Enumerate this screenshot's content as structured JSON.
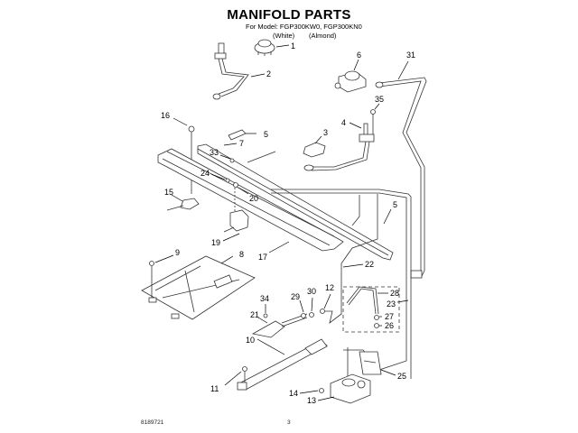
{
  "header": {
    "title": "MANIFOLD PARTS",
    "model_line": "For Model: FGP300KW0, FGP300KN0",
    "color_white": "(White)",
    "color_almond": "(Almond)"
  },
  "footer": {
    "doc_number": "8189721",
    "page_number": "3"
  },
  "callouts": [
    {
      "id": "1",
      "label": "1"
    },
    {
      "id": "2",
      "label": "2"
    },
    {
      "id": "3",
      "label": "3"
    },
    {
      "id": "4",
      "label": "4"
    },
    {
      "id": "5a",
      "label": "5"
    },
    {
      "id": "5b",
      "label": "5"
    },
    {
      "id": "6",
      "label": "6"
    },
    {
      "id": "7",
      "label": "7"
    },
    {
      "id": "8",
      "label": "8"
    },
    {
      "id": "9",
      "label": "9"
    },
    {
      "id": "10",
      "label": "10"
    },
    {
      "id": "11",
      "label": "11"
    },
    {
      "id": "12",
      "label": "12"
    },
    {
      "id": "13",
      "label": "13"
    },
    {
      "id": "14",
      "label": "14"
    },
    {
      "id": "15",
      "label": "15"
    },
    {
      "id": "16",
      "label": "16"
    },
    {
      "id": "17",
      "label": "17"
    },
    {
      "id": "19",
      "label": "19"
    },
    {
      "id": "20",
      "label": "20"
    },
    {
      "id": "21",
      "label": "21"
    },
    {
      "id": "22",
      "label": "22"
    },
    {
      "id": "23",
      "label": "23"
    },
    {
      "id": "24",
      "label": "24"
    },
    {
      "id": "25",
      "label": "25"
    },
    {
      "id": "26",
      "label": "26"
    },
    {
      "id": "27",
      "label": "27"
    },
    {
      "id": "28",
      "label": "28"
    },
    {
      "id": "29",
      "label": "29"
    },
    {
      "id": "30",
      "label": "30"
    },
    {
      "id": "31",
      "label": "31"
    },
    {
      "id": "33",
      "label": "33"
    },
    {
      "id": "34",
      "label": "34"
    },
    {
      "id": "35",
      "label": "35"
    }
  ]
}
